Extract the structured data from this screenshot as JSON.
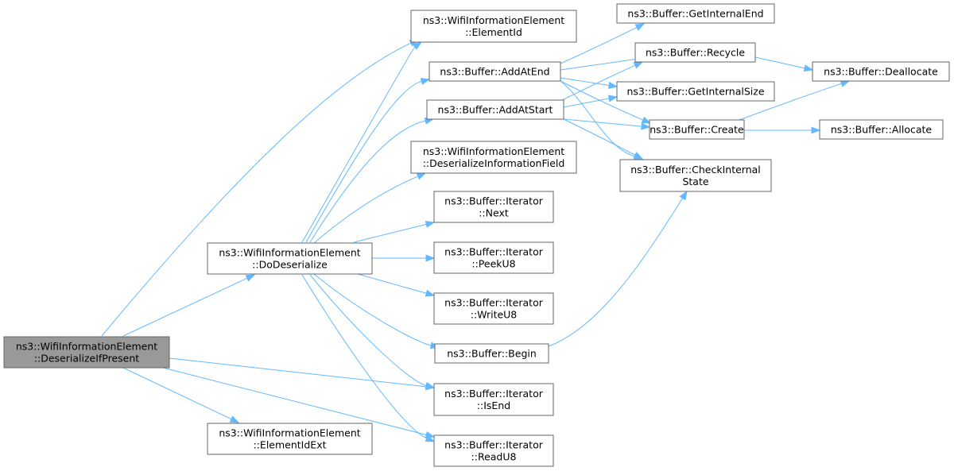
{
  "graph": {
    "nodes": [
      {
        "id": "root",
        "lines": [
          "ns3::WifiInformationElement",
          "::DeserializeIfPresent"
        ],
        "highlighted": true
      },
      {
        "id": "doDeserialize",
        "lines": [
          "ns3::WifiInformationElement",
          "::DoDeserialize"
        ]
      },
      {
        "id": "elementIdExt",
        "lines": [
          "ns3::WifiInformationElement",
          "::ElementIdExt"
        ]
      },
      {
        "id": "elementId",
        "lines": [
          "ns3::WifiInformationElement",
          "::ElementId"
        ]
      },
      {
        "id": "addAtEnd",
        "lines": [
          "ns3::Buffer::AddAtEnd"
        ]
      },
      {
        "id": "addAtStart",
        "lines": [
          "ns3::Buffer::AddAtStart"
        ]
      },
      {
        "id": "deserializeInfoField",
        "lines": [
          "ns3::WifiInformationElement",
          "::DeserializeInformationField"
        ]
      },
      {
        "id": "iterNext",
        "lines": [
          "ns3::Buffer::Iterator",
          "::Next"
        ]
      },
      {
        "id": "iterPeekU8",
        "lines": [
          "ns3::Buffer::Iterator",
          "::PeekU8"
        ]
      },
      {
        "id": "iterWriteU8",
        "lines": [
          "ns3::Buffer::Iterator",
          "::WriteU8"
        ]
      },
      {
        "id": "begin",
        "lines": [
          "ns3::Buffer::Begin"
        ]
      },
      {
        "id": "iterIsEnd",
        "lines": [
          "ns3::Buffer::Iterator",
          "::IsEnd"
        ]
      },
      {
        "id": "iterReadU8",
        "lines": [
          "ns3::Buffer::Iterator",
          "::ReadU8"
        ]
      },
      {
        "id": "getInternalEnd",
        "lines": [
          "ns3::Buffer::GetInternalEnd"
        ]
      },
      {
        "id": "recycle",
        "lines": [
          "ns3::Buffer::Recycle"
        ]
      },
      {
        "id": "getInternalSize",
        "lines": [
          "ns3::Buffer::GetInternalSize"
        ]
      },
      {
        "id": "create",
        "lines": [
          "ns3::Buffer::Create"
        ]
      },
      {
        "id": "checkInternalState",
        "lines": [
          "ns3::Buffer::CheckInternal",
          "State"
        ]
      },
      {
        "id": "deallocate",
        "lines": [
          "ns3::Buffer::Deallocate"
        ]
      },
      {
        "id": "allocate",
        "lines": [
          "ns3::Buffer::Allocate"
        ]
      }
    ],
    "edges": [
      {
        "from": "root",
        "to": "elementId"
      },
      {
        "from": "root",
        "to": "doDeserialize"
      },
      {
        "from": "root",
        "to": "iterIsEnd"
      },
      {
        "from": "root",
        "to": "iterReadU8"
      },
      {
        "from": "root",
        "to": "elementIdExt"
      },
      {
        "from": "doDeserialize",
        "to": "elementId"
      },
      {
        "from": "doDeserialize",
        "to": "addAtEnd"
      },
      {
        "from": "doDeserialize",
        "to": "addAtStart"
      },
      {
        "from": "doDeserialize",
        "to": "deserializeInfoField"
      },
      {
        "from": "doDeserialize",
        "to": "iterNext"
      },
      {
        "from": "doDeserialize",
        "to": "iterPeekU8"
      },
      {
        "from": "doDeserialize",
        "to": "iterWriteU8"
      },
      {
        "from": "doDeserialize",
        "to": "begin"
      },
      {
        "from": "doDeserialize",
        "to": "iterIsEnd"
      },
      {
        "from": "doDeserialize",
        "to": "iterReadU8"
      },
      {
        "from": "addAtEnd",
        "to": "getInternalEnd"
      },
      {
        "from": "addAtEnd",
        "to": "recycle"
      },
      {
        "from": "addAtEnd",
        "to": "getInternalSize"
      },
      {
        "from": "addAtEnd",
        "to": "create"
      },
      {
        "from": "addAtEnd",
        "to": "checkInternalState"
      },
      {
        "from": "addAtStart",
        "to": "recycle"
      },
      {
        "from": "addAtStart",
        "to": "getInternalSize"
      },
      {
        "from": "addAtStart",
        "to": "create"
      },
      {
        "from": "addAtStart",
        "to": "checkInternalState"
      },
      {
        "from": "begin",
        "to": "checkInternalState"
      },
      {
        "from": "recycle",
        "to": "deallocate"
      },
      {
        "from": "create",
        "to": "deallocate"
      },
      {
        "from": "create",
        "to": "allocate"
      }
    ]
  },
  "colors": {
    "edge": "#63b8ff",
    "node_border": "#666666",
    "node_fill": "#ffffff",
    "highlighted_fill": "#999999",
    "text": "#000000"
  }
}
